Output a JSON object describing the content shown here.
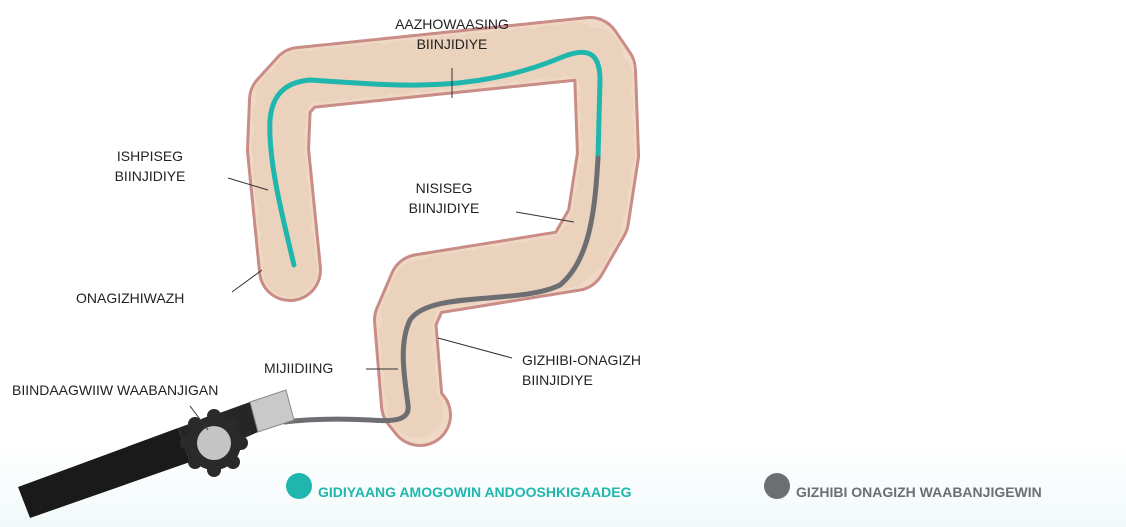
{
  "labels": {
    "transverse_colon": [
      "AAZHOWAASING",
      "BIINJIDIYE"
    ],
    "ascending_colon": [
      "ISHPISEG",
      "BIINJIDIYE"
    ],
    "descending_colon": [
      "NISISEG",
      "BIINJIDIYE"
    ],
    "cecum": "ONAGIZHIWAZH",
    "rectum": "MIJIIDIING",
    "sigmoid_colon": [
      "GIZHIBI-ONAGIZH",
      "BIINJIDIYE"
    ],
    "control_knob": "BIINDAAGWIIW WAABANJIGAN"
  },
  "legend": [
    {
      "label": "GIDIYAANG AMOGOWIN ANDOOSHKIGAADEG",
      "color": "#1fb7ad"
    },
    {
      "label": "GIZHIBI ONAGIZH WAABANJIGEWIN",
      "color": "#6d6e71"
    }
  ],
  "colors": {
    "colon_fill": "#efd9c6",
    "colon_outline": "#c98c86",
    "scope_teal": "#1fb7ad",
    "scope_gray": "#6d6e71",
    "handle": "#1a1a1a"
  }
}
